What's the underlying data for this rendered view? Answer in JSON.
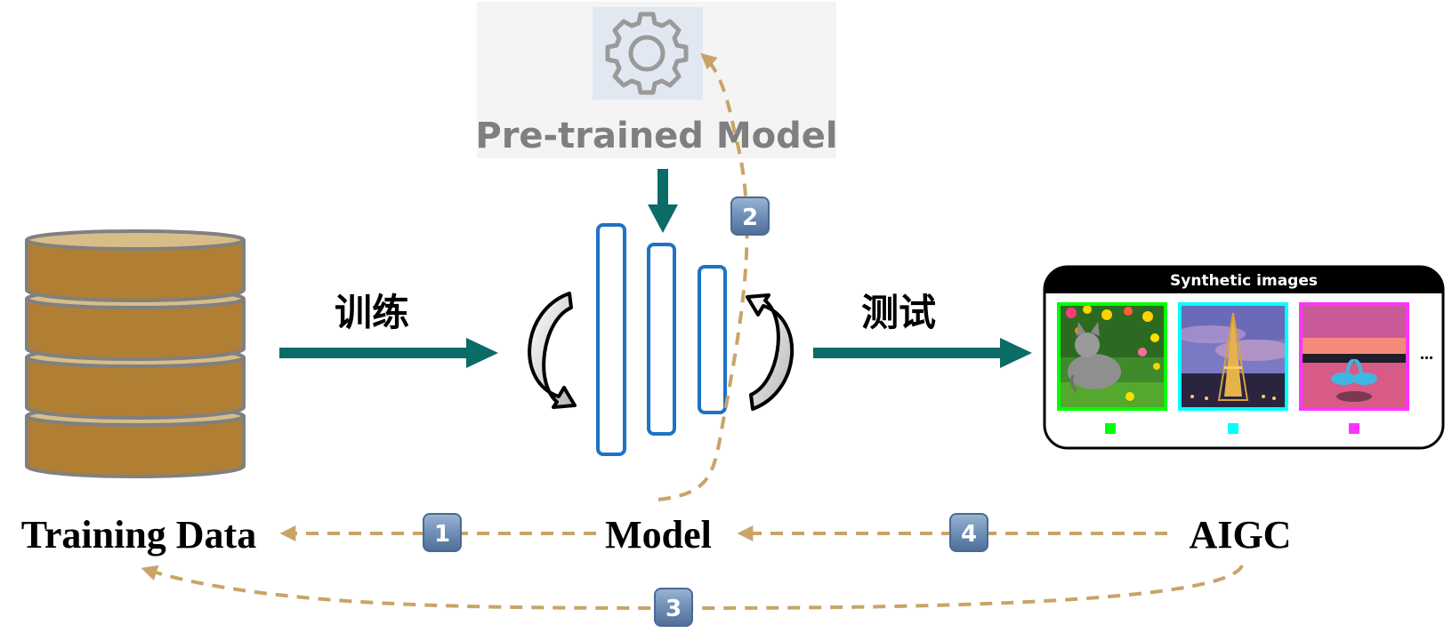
{
  "labels": {
    "pretrained_model": "Pre-trained Model",
    "train": "训练",
    "test": "测试",
    "training_data": "Training Data",
    "model": "Model",
    "aigc": "AIGC",
    "synthetic_images": "Synthetic images",
    "ellipsis": "..."
  },
  "badges": {
    "b1": "1",
    "b2": "2",
    "b3": "3",
    "b4": "4"
  },
  "icons": {
    "pretrained": "gear-icon",
    "database": "database-icon",
    "images": [
      "cat-photo",
      "eiffel-tower-photo",
      "swans-photo"
    ]
  },
  "colors": {
    "teal_arrow": "#0b6b67",
    "dashed_arrow": "#c9a467",
    "db_fill": "#b07f33",
    "db_top": "#d9bd88",
    "db_stroke": "#808080",
    "layer_stroke": "#1d73c4",
    "badge_fill": "#6e8db5",
    "frame_green": "#00ff00",
    "frame_cyan": "#00ffff",
    "frame_magenta": "#ff33ff",
    "pretrained_bg": "#f4f4f4",
    "gear_bg": "#e2e8f1"
  }
}
